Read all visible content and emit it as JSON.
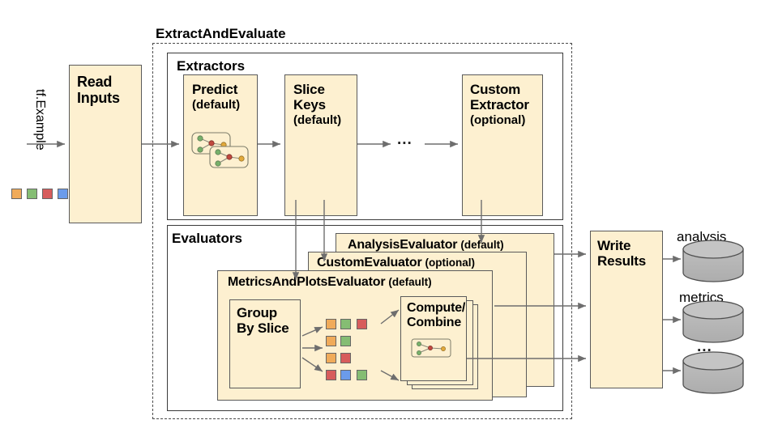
{
  "diagram": {
    "title": "TFMA ExtractAndEvaluate pipeline",
    "input": {
      "label": "tf.Example",
      "swatches": [
        "#f0ab5a",
        "#85bd73",
        "#d75c5c",
        "#6b9bea"
      ]
    },
    "read_inputs": {
      "title": "Read Inputs"
    },
    "outer_frame": {
      "label": "ExtractAndEvaluate"
    },
    "extractors": {
      "label": "Extractors",
      "nodes": [
        {
          "title": "Predict",
          "subtitle": "(default)",
          "icon": "graph-nodes-icon"
        },
        {
          "title": "Slice\nKeys",
          "title_line1": "Slice",
          "title_line2": "Keys",
          "subtitle": "(default)"
        },
        {
          "title": "Custom\nExtractor",
          "title_line1": "Custom",
          "title_line2": "Extractor",
          "subtitle": "(optional)"
        }
      ],
      "ellipsis": "..."
    },
    "evaluators": {
      "label": "Evaluators",
      "panels": [
        {
          "title": "AnalysisEvaluator",
          "subtitle": "(default)"
        },
        {
          "title": "CustomEvaluator",
          "subtitle": "(optional)"
        },
        {
          "title": "MetricsAndPlotsEvaluator",
          "subtitle": "(default)"
        }
      ],
      "group_by_slice": {
        "title_line1": "Group",
        "title_line2": "By Slice"
      },
      "compute_combine": {
        "title_line1": "Compute/",
        "title_line2": "Combine",
        "icon": "graph-nodes-icon"
      },
      "slice_groups": [
        [
          "#f0ab5a",
          "#85bd73",
          "#d75c5c"
        ],
        [
          "#f0ab5a",
          "#85bd73"
        ],
        [
          "#f0ab5a",
          "#d75c5c"
        ],
        [
          "#d75c5c",
          "#6b9bea",
          "#85bd73"
        ]
      ]
    },
    "write_results": {
      "title_line1": "Write",
      "title_line2": "Results"
    },
    "outputs": [
      {
        "label": "analysis"
      },
      {
        "label": "metrics"
      },
      {
        "label": "..."
      },
      {
        "label": ""
      }
    ],
    "colors": {
      "node_fill": "#fdf0d0",
      "node_stroke": "#5a5a5a",
      "frame_stroke": "#3a3a3a",
      "arrow": "#6e6e6e",
      "cylinder_fill": "#b5b5b5",
      "cylinder_top": "#c2c2c2"
    }
  }
}
